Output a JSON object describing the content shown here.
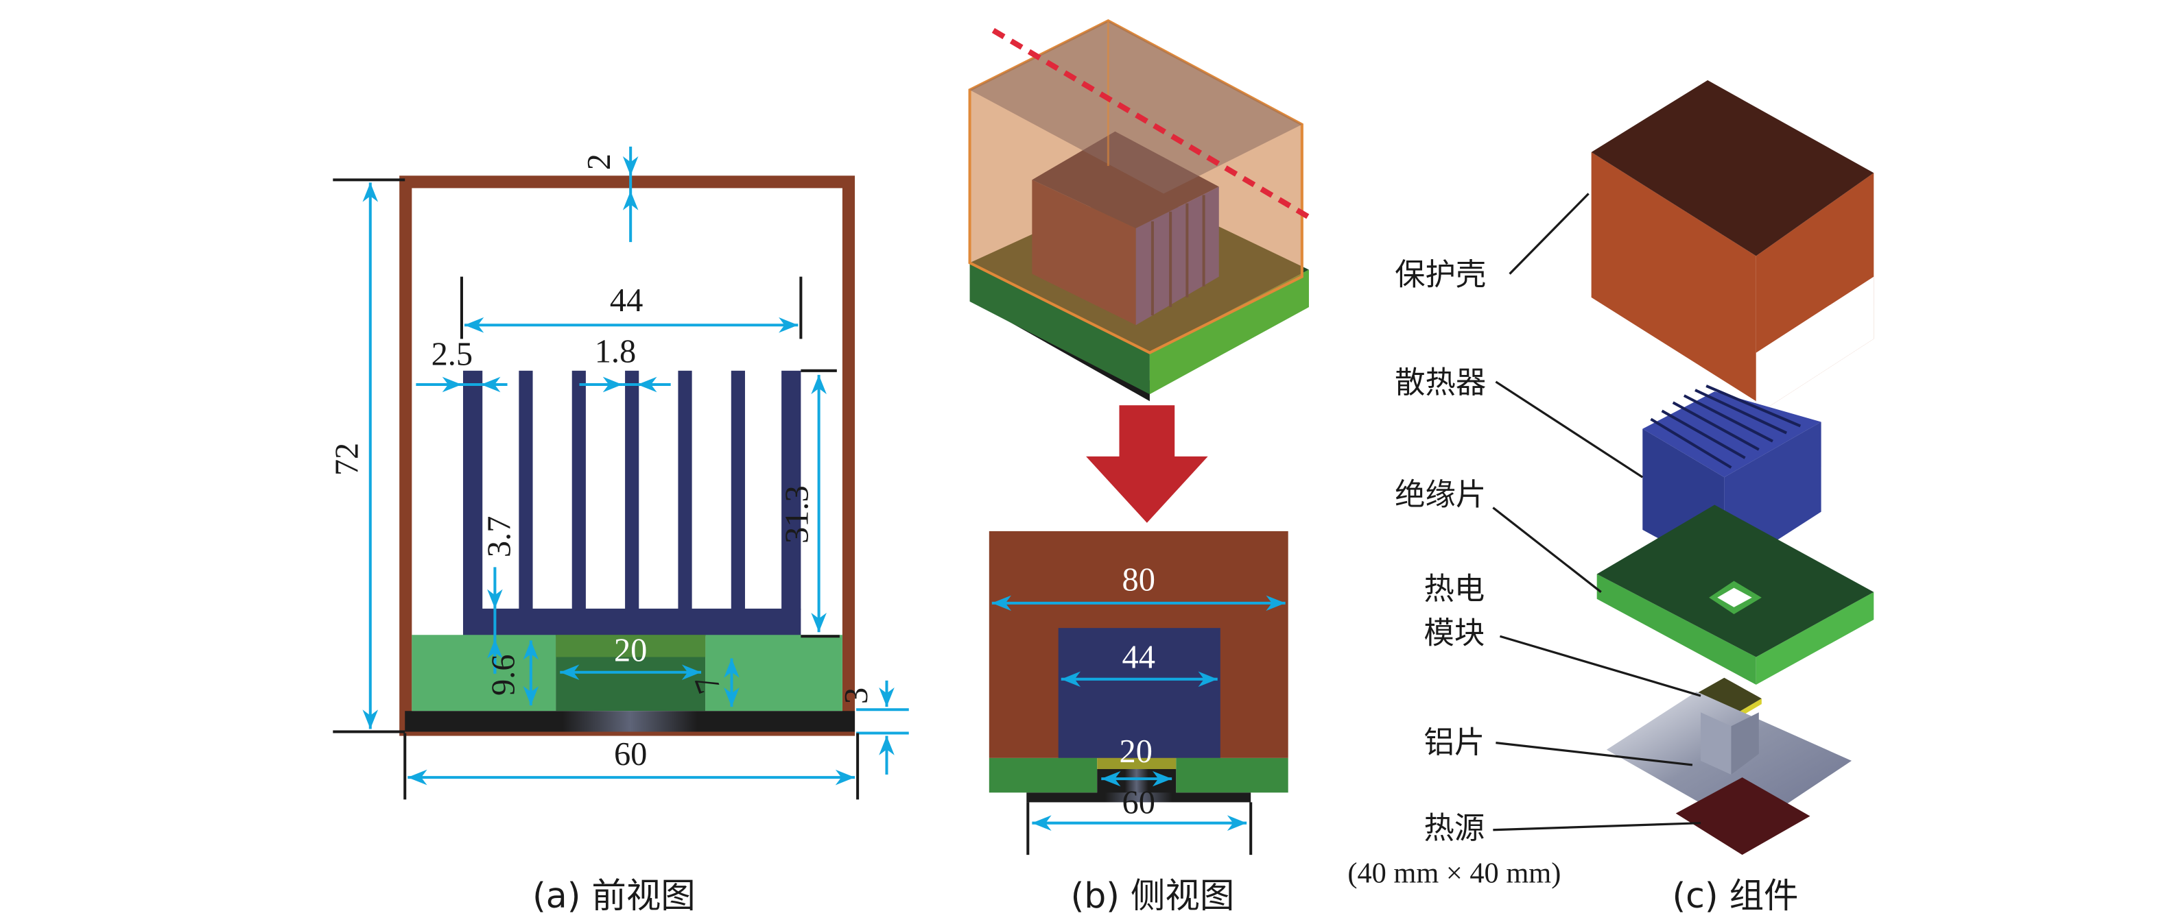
{
  "figure": {
    "panels": {
      "front_view": {
        "caption": "(a) 前视图",
        "dimensions": {
          "total_height": "72",
          "shell_thickness": "2",
          "heatsink_width": "44",
          "edge_fin_width": "2.5",
          "fin_width": "1.8",
          "base_thickness": "3.7",
          "fin_height": "31.3",
          "insulator_height": "9.6",
          "module_width": "20",
          "module_height": "7",
          "aluminum_thickness": "3",
          "base_width": "60"
        },
        "fin_count": 7
      },
      "side_view": {
        "caption": "(b) 侧视图",
        "dimensions": {
          "shell_length": "80",
          "heatsink_length": "44",
          "module_width": "20",
          "base_length": "60"
        }
      },
      "components": {
        "caption": "(c) 组件",
        "labels": [
          {
            "id": "shell",
            "text": "保护壳"
          },
          {
            "id": "heatsink",
            "text": "散热器"
          },
          {
            "id": "insulator",
            "text": "绝缘片"
          },
          {
            "id": "te_module_1",
            "text": "热电"
          },
          {
            "id": "te_module_2",
            "text": "模块"
          },
          {
            "id": "aluminum",
            "text": "铝片"
          },
          {
            "id": "heat_source",
            "text": "热源"
          }
        ],
        "heat_source_note": "(40 mm × 40 mm)"
      }
    },
    "colors": {
      "shell": "#873f27",
      "heatsink": "#2e3468",
      "insulator": "#57b06c",
      "insulator_dark": "#2f7d3c",
      "aluminum": "#1c1c1c",
      "dimension": "#12a8e0",
      "arrow": "#c0262c",
      "cut_line": "#e0283a"
    }
  }
}
